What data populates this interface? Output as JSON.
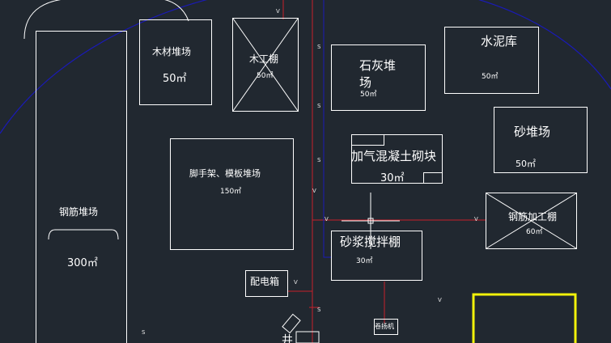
{
  "site_plan": {
    "areas": [
      {
        "id": "timber",
        "name": "木材堆场",
        "area": "50㎡"
      },
      {
        "id": "carpentry",
        "name": "木工棚",
        "area": "50㎡"
      },
      {
        "id": "lime",
        "name": "石灰堆\n场",
        "area": "50㎡"
      },
      {
        "id": "cement",
        "name": "水泥库",
        "area": "50㎡"
      },
      {
        "id": "sand",
        "name": "砂堆场",
        "area": "50㎡"
      },
      {
        "id": "block",
        "name": "加气混凝土砌块",
        "area": "30㎡"
      },
      {
        "id": "scaffold",
        "name": "脚手架、模板堆场",
        "area": "150㎡"
      },
      {
        "id": "rebar_yard",
        "name": "钢筋堆场",
        "area": "300㎡"
      },
      {
        "id": "rebar_shed",
        "name": "钢筋加工棚",
        "area": "60㎡"
      },
      {
        "id": "mortar",
        "name": "砂浆搅拌棚",
        "area": "30㎡"
      }
    ],
    "equipment": {
      "distribution_box": "配电箱",
      "hoist": "卷扬机",
      "partial_bottom_label": "井",
      "marks": [
        "V",
        "V",
        "V",
        "V",
        "V",
        "V",
        "S",
        "S",
        "S",
        "S",
        "S"
      ]
    },
    "colors": {
      "background": "#212830",
      "outline": "#ffffff",
      "power_line": "#c8202a",
      "boundary_arc": "#1a1ab8",
      "highlight_frame": "#f2f20a"
    }
  }
}
